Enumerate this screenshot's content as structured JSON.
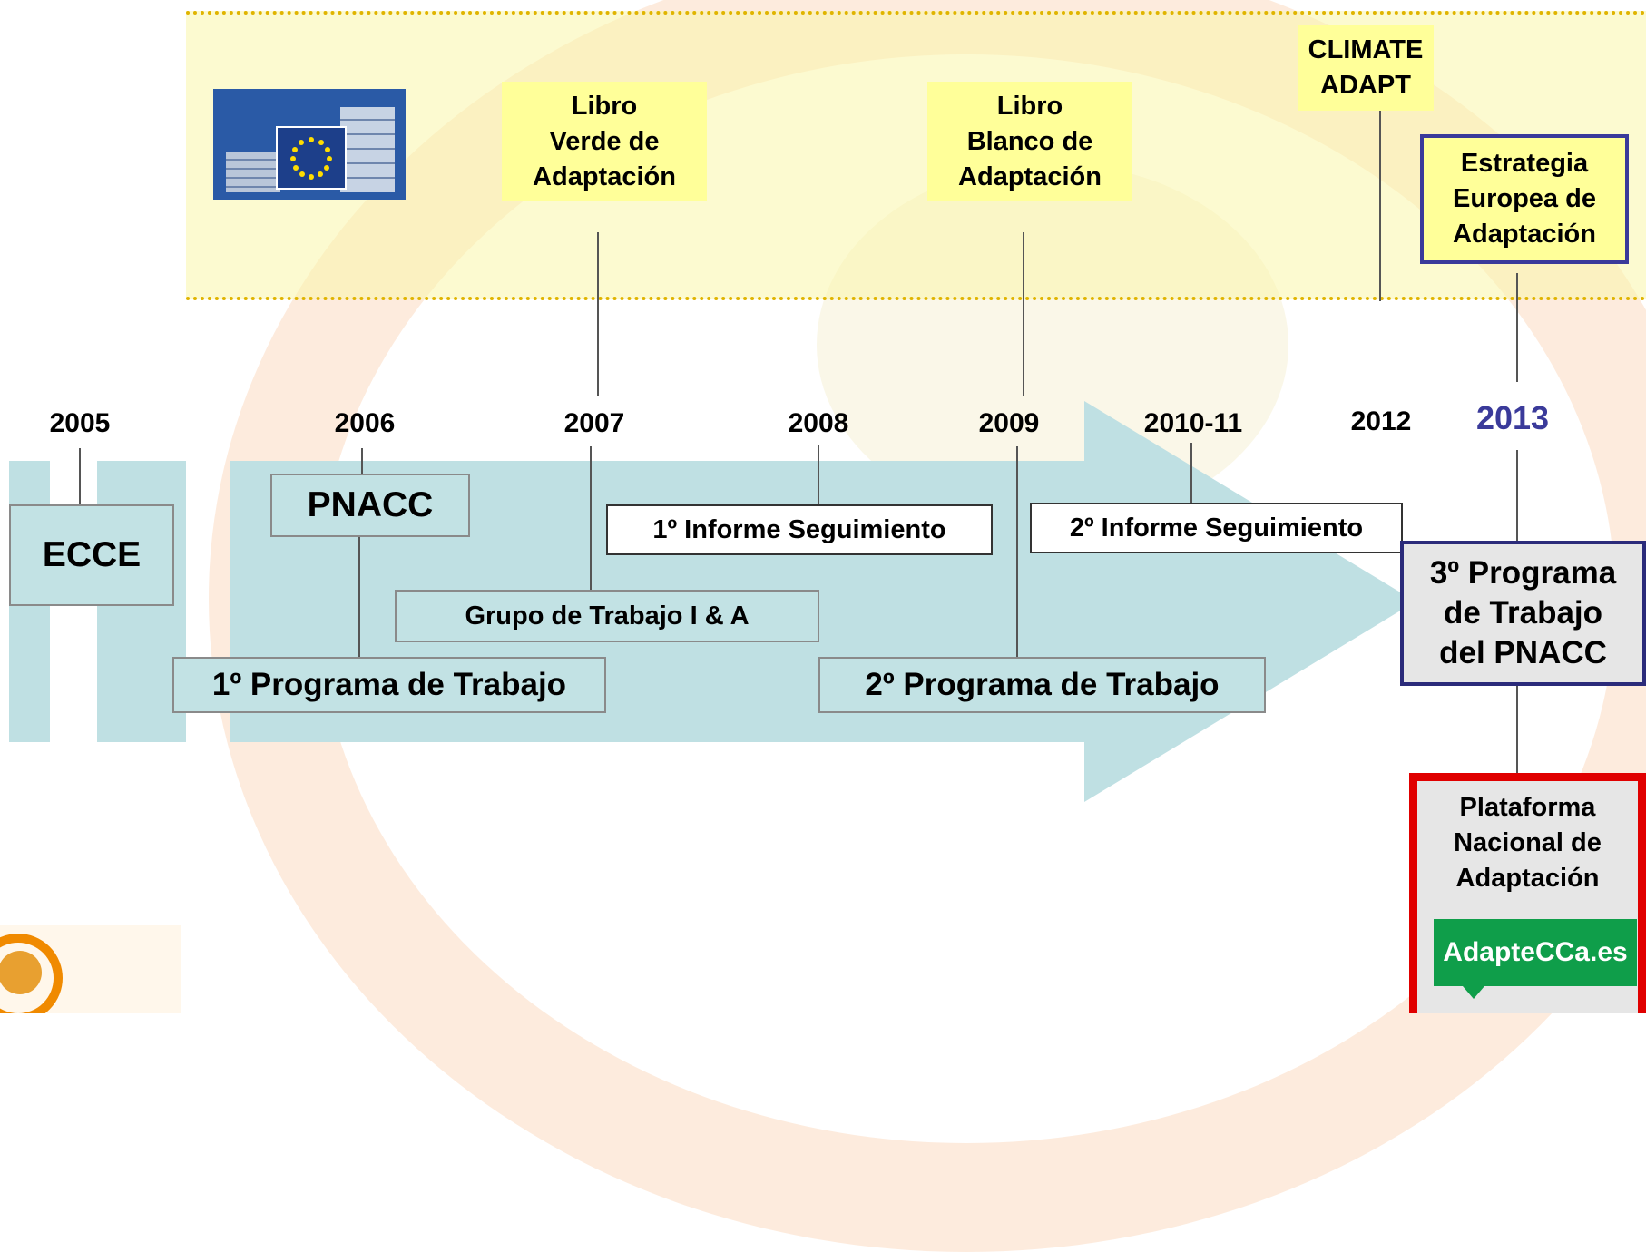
{
  "colors": {
    "accent_blue": "#3a3a9a",
    "band_yellow": "#faf6aa",
    "note_yellow": "#ffff99",
    "arrow_blue": "#c2e2e4",
    "highlight_red": "#e00000",
    "brand_green": "#0f9e4a"
  },
  "eu_logo": {
    "icon": "european-commission-building-icon"
  },
  "eu_milestones": {
    "libro_verde": "Libro\nVerde de\nAdaptación",
    "libro_blanco": "Libro\nBlanco de\nAdaptación",
    "climate_adapt": "CLIMATE\nADAPT",
    "estrategia": "Estrategia\nEuropea de\nAdaptación"
  },
  "years": [
    "2005",
    "2006",
    "2007",
    "2008",
    "2009",
    "2010-11",
    "2012",
    "2013"
  ],
  "boxes": {
    "ecce": "ECCE",
    "pnacc": "PNACC",
    "informe1": "1º Informe Seguimiento",
    "informe2": "2º Informe Seguimiento",
    "grupo": "Grupo de Trabajo I & A",
    "programa1": "1º Programa de Trabajo",
    "programa2": "2º Programa de Trabajo",
    "programa3": "3º Programa\nde Trabajo\ndel PNACC",
    "plataforma": "Plataforma\nNacional de\nAdaptación"
  },
  "adaptecca_logo": {
    "text": "AdapteCCa.es"
  },
  "corner_logo": {
    "icon": "orange-circle-logo-icon"
  }
}
